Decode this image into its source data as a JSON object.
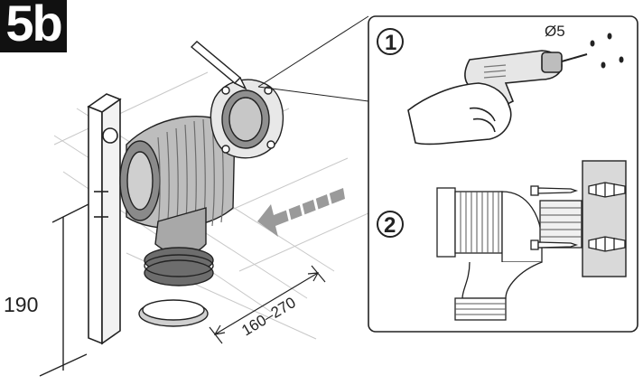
{
  "step_badge": "5b",
  "inset": {
    "step1": {
      "number": "1",
      "drill_bit": "Ø5"
    },
    "step2": {
      "number": "2"
    }
  },
  "dimensions": {
    "height": "190",
    "distance": "160–270"
  },
  "colors": {
    "badge_bg": "#111111",
    "badge_text": "#ffffff",
    "inset_bg": "#ffffff",
    "wall_fill": "#d9d9d9",
    "pipe_fill": "#bdbdbd",
    "pipe_dark": "#6d6d6d",
    "line": "#222222"
  }
}
